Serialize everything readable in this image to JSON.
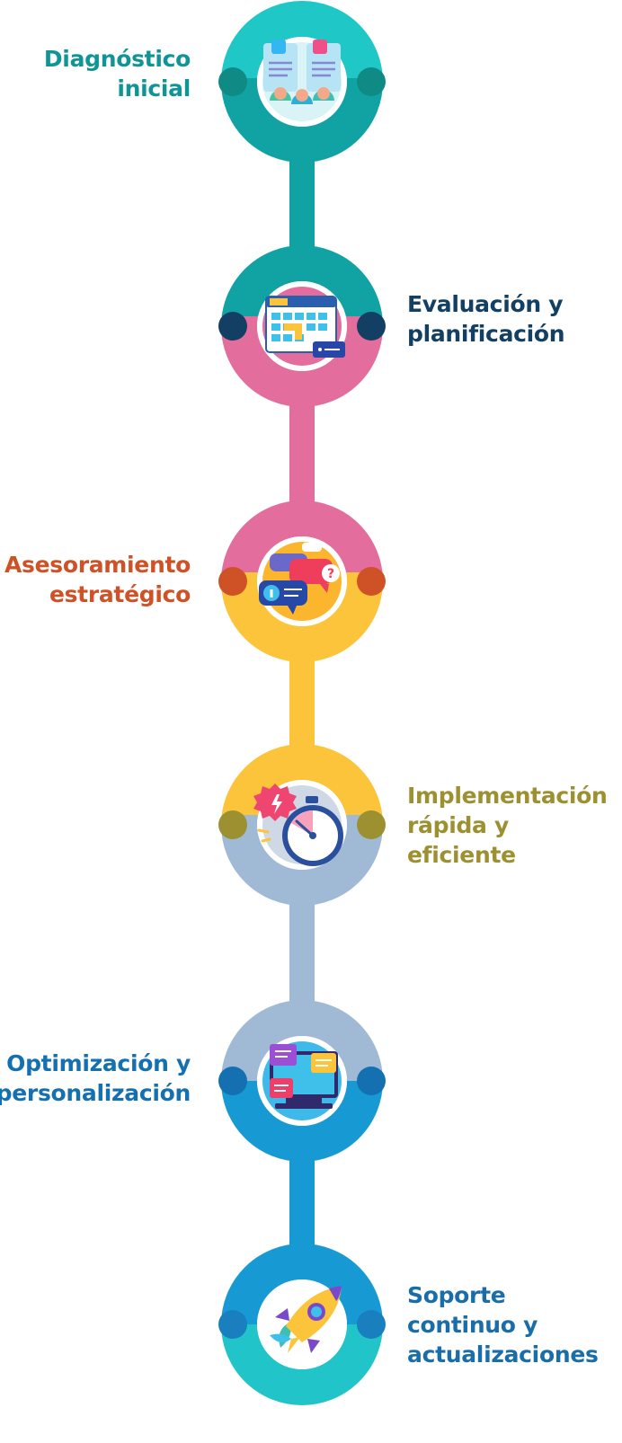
{
  "colors": {
    "teal": "#11a3a3",
    "pink": "#e36d9d",
    "yellow": "#fcc43a",
    "gray_blue": "#a0b9d4",
    "blue": "#179ad4",
    "cyan": "#21c4c9",
    "label_teal": "#0f9595",
    "label_navy": "#123f63",
    "label_orange": "#cf5227",
    "label_olive": "#9c9030",
    "label_blue": "#1570b1",
    "label_darkblue": "#196ea9"
  },
  "steps": [
    {
      "name": "diagnostico",
      "lines": [
        "Diagnóstico",
        "inicial"
      ],
      "side": "left",
      "icon": "team-review-icon"
    },
    {
      "name": "evaluacion",
      "lines": [
        "Evaluación y",
        "planificación"
      ],
      "side": "right",
      "icon": "calendar-planning-icon"
    },
    {
      "name": "asesoramiento",
      "lines": [
        "Asesoramiento",
        "estratégico"
      ],
      "side": "left",
      "icon": "chat-bubbles-icon"
    },
    {
      "name": "implementacion",
      "lines": [
        "Implementación",
        "rápida y",
        "eficiente"
      ],
      "side": "right",
      "icon": "stopwatch-icon"
    },
    {
      "name": "optimizacion",
      "lines": [
        "Optimización y",
        "personalización"
      ],
      "side": "left",
      "icon": "monitor-settings-icon"
    },
    {
      "name": "soporte",
      "lines": [
        "Soporte",
        "continuo y",
        "actualizaciones"
      ],
      "side": "right",
      "icon": "rocket-icon"
    }
  ]
}
